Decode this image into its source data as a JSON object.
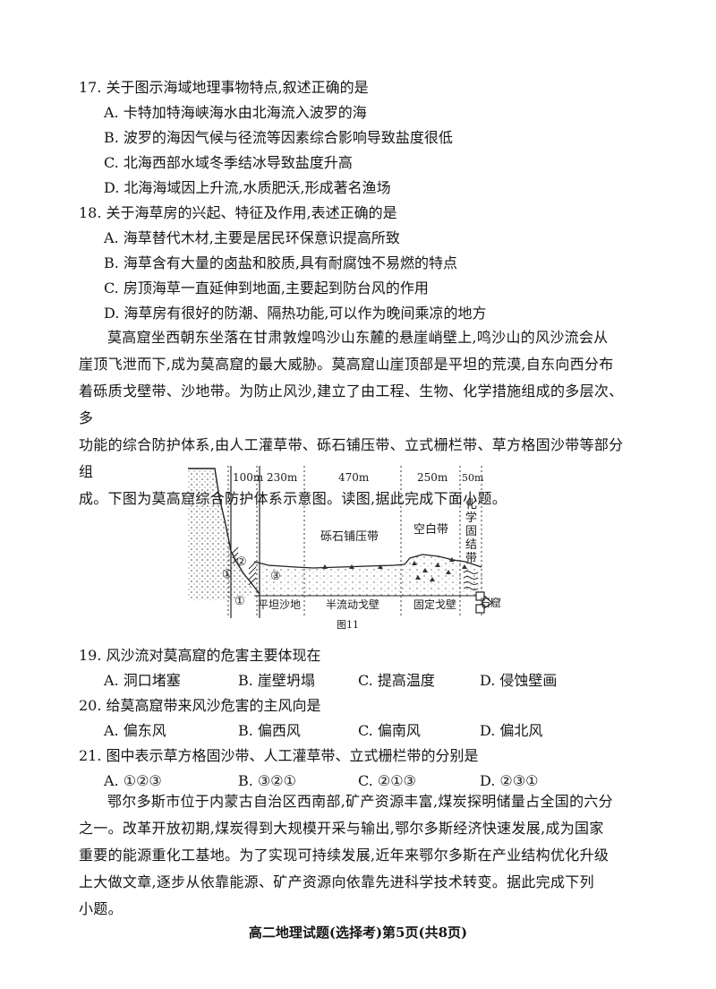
{
  "q17": {
    "stem": "17. 关于图示海域地理事物特点,叙述正确的是",
    "options": [
      "A. 卡特加特海峡海水由北海流入波罗的海",
      "B. 波罗的海因气候与径流等因素综合影响导致盐度很低",
      "C. 北海西部水域冬季结冰导致盐度升高",
      "D. 北海海域因上升流,水质肥沃,形成著名渔场"
    ]
  },
  "q18": {
    "stem": "18. 关于海草房的兴起、特征及作用,表述正确的是",
    "options": [
      "A. 海草替代木材,主要是居民环保意识提高所致",
      "B. 海草含有大量的卤盐和胶质,具有耐腐蚀不易燃的特点",
      "C. 房顶海草一直延伸到地面,主要起到防台风的作用",
      "D. 海草房有很好的防潮、隔热功能,可以作为晚间乘凉的地方"
    ]
  },
  "passage1": {
    "lines": [
      "莫高窟坐西朝东坐落在甘肃敦煌鸣沙山东麓的悬崖峭壁上,鸣沙山的风沙流会从",
      "崖顶飞泄而下,成为莫高窟的最大威胁。莫高窟山崖顶部是平坦的荒漠,自东向西分布",
      "着砾质戈壁带、沙地带。为防止风沙,建立了由工程、生物、化学措施组成的多层次、多",
      "功能的综合防护体系,由人工灌草带、砾石铺压带、立式栅栏带、草方格固沙带等部分组",
      "成。下图为莫高窟综合防护体系示意图。读图,据此完成下面小题。"
    ]
  },
  "figure": {
    "widths": [
      "100m",
      "230m",
      "470m",
      "250m",
      "50m"
    ],
    "zone_labels": {
      "gravel": "砾石铺压带",
      "blank": "空白带",
      "chem": [
        "化",
        "学",
        "固",
        "结",
        "带"
      ]
    },
    "bottom_labels": [
      "平坦沙地",
      "半流动戈壁",
      "固定戈壁"
    ],
    "markers": [
      "①",
      "②",
      "③",
      "①"
    ],
    "cave_label": "石窟",
    "caption": "图11"
  },
  "q19": {
    "stem": "19. 风沙流对莫高窟的危害主要体现在",
    "options": [
      "A. 洞口堵塞",
      "B. 崖壁坍塌",
      "C. 提高温度",
      "D. 侵蚀壁画"
    ]
  },
  "q20": {
    "stem": "20. 给莫高窟带来风沙危害的主风向是",
    "options": [
      "A. 偏东风",
      "B. 偏西风",
      "C. 偏南风",
      "D. 偏北风"
    ]
  },
  "q21": {
    "stem": "21. 图中表示草方格固沙带、人工灌草带、立式栅栏带的分别是",
    "options": [
      "A. ①②③",
      "B. ③②①",
      "C. ②①③",
      "D. ②③①"
    ]
  },
  "passage2": {
    "lines": [
      "鄂尔多斯市位于内蒙古自治区西南部,矿产资源丰富,煤炭探明储量占全国的六分",
      "之一。改革开放初期,煤炭得到大规模开采与输出,鄂尔多斯经济快速发展,成为国家",
      "重要的能源重化工基地。为了实现可持续发展,近年来鄂尔多斯在产业结构优化升级",
      "上大做文章,逐步从依靠能源、矿产资源向依靠先进科学技术转变。据此完成下列",
      "小题。"
    ]
  },
  "footer": "高二地理试题(选择考)第5页(共8页)"
}
